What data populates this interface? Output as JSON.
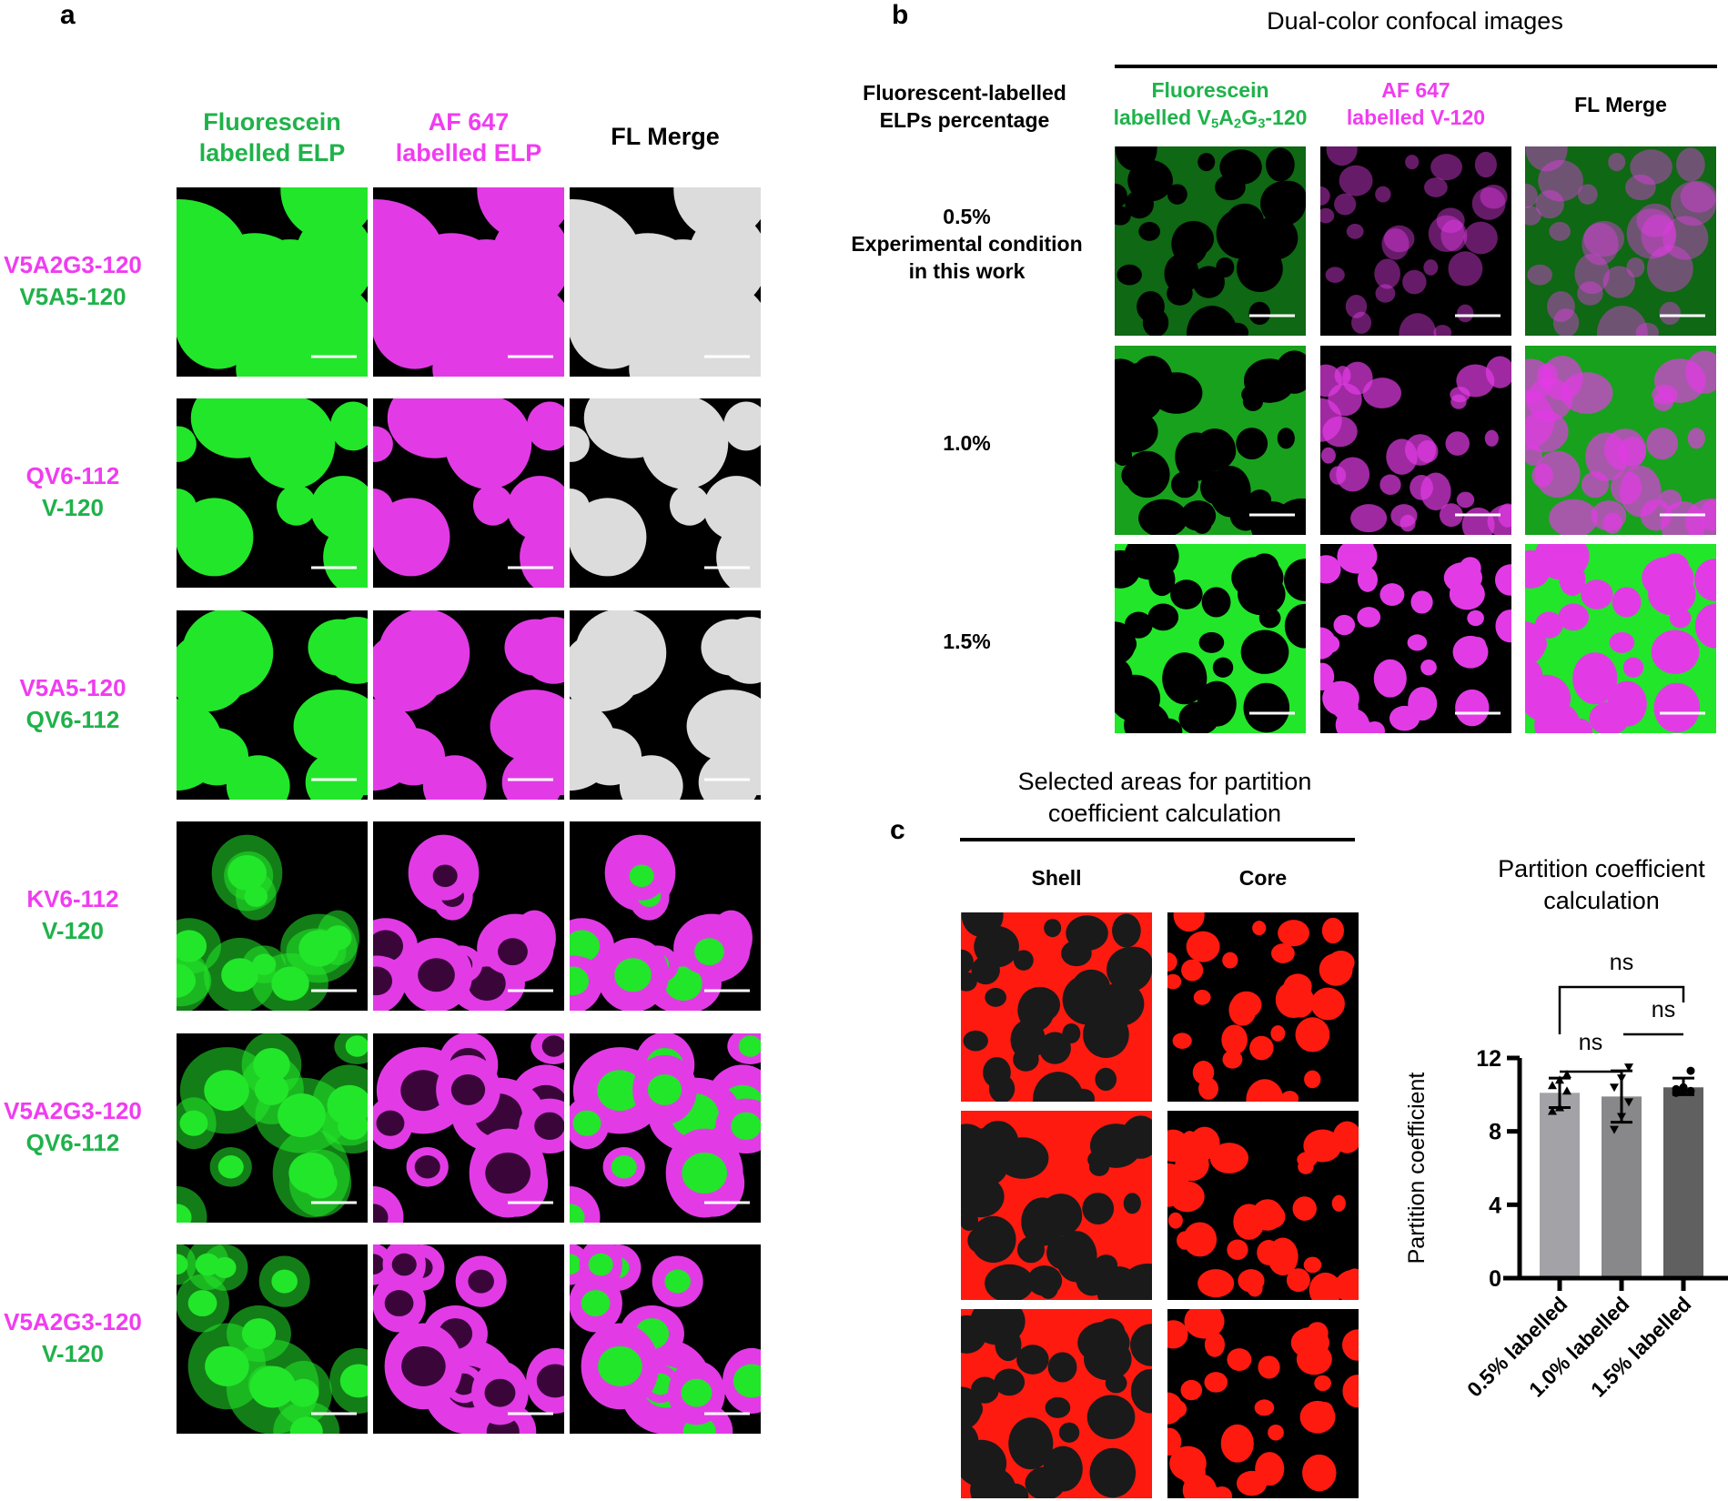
{
  "panel_a": {
    "letter": "a",
    "columns": [
      {
        "label": [
          "Fluorescein",
          "labelled ELP"
        ],
        "color": "green"
      },
      {
        "label": [
          "AF 647",
          "labelled ELP"
        ],
        "color": "magenta"
      },
      {
        "label": [
          "FL Merge"
        ],
        "color": "black"
      }
    ],
    "rows": [
      {
        "magenta_label": "V5A2G3-120",
        "green_label": "V5A5-120",
        "style": "full"
      },
      {
        "magenta_label": "QV6-112",
        "green_label": "V-120",
        "style": "full-textured"
      },
      {
        "magenta_label": "V5A5-120",
        "green_label": "QV6-112",
        "style": "full"
      },
      {
        "magenta_label": "KV6-112",
        "green_label": "V-120",
        "style": "green-core"
      },
      {
        "magenta_label": "V5A2G3-120",
        "green_label": "QV6-112",
        "style": "green-core"
      },
      {
        "magenta_label": "V5A2G3-120",
        "green_label": "V-120",
        "style": "green-core"
      }
    ]
  },
  "panel_b": {
    "letter": "b",
    "title": "Dual-color confocal images",
    "row_header": [
      "Fluorescent-labelled",
      "ELPs percentage"
    ],
    "columns": [
      {
        "label": [
          "Fluorescein",
          "labelled V5A2G3-120"
        ],
        "color": "green"
      },
      {
        "label": [
          "AF 647",
          "labelled V-120"
        ],
        "color": "magenta"
      },
      {
        "label": [
          "FL Merge"
        ],
        "color": "black"
      }
    ],
    "rows": [
      {
        "label": [
          "0.5%",
          "Experimental condition",
          "in this work"
        ],
        "brightness": 0.45
      },
      {
        "label": [
          "1.0%"
        ],
        "brightness": 0.7
      },
      {
        "label": [
          "1.5%"
        ],
        "brightness": 1.0
      }
    ]
  },
  "panel_c": {
    "letter": "c",
    "title": [
      "Selected areas for partition",
      "coefficient calculation"
    ],
    "columns": [
      "Shell",
      "Core"
    ]
  },
  "colors": {
    "green": "#22e62a",
    "magenta": "#e23be6",
    "merge_light": "#dcdcdc",
    "red": "#ff1a10"
  },
  "chart_data": {
    "type": "bar",
    "title": [
      "Partition coefficient",
      "calculation"
    ],
    "ylabel": "Partition coefficient",
    "categories": [
      "0.5% labelled",
      "1.0% labelled",
      "1.5% labelled"
    ],
    "values": [
      10.1,
      9.9,
      10.4
    ],
    "error_low": [
      9.3,
      8.5,
      10.0
    ],
    "error_high": [
      10.9,
      11.3,
      10.9
    ],
    "points": [
      [
        9.1,
        9.3,
        10.2,
        10.5,
        10.8,
        11.1
      ],
      [
        8.1,
        8.8,
        9.6,
        10.4,
        10.9,
        11.5
      ],
      [
        10.1,
        10.2,
        10.2,
        10.3,
        10.4,
        11.3
      ]
    ],
    "markers": [
      "triangle-up",
      "triangle-down",
      "circle"
    ],
    "bar_colors": [
      "#a2a2a7",
      "#88888a",
      "#606060"
    ],
    "ylim": [
      0,
      12
    ],
    "yticks": [
      0,
      4,
      8,
      12
    ],
    "significance": [
      {
        "groups": [
          0,
          1
        ],
        "label": "ns"
      },
      {
        "groups": [
          1,
          2
        ],
        "label": "ns"
      },
      {
        "groups": [
          0,
          2
        ],
        "label": "ns"
      }
    ]
  }
}
